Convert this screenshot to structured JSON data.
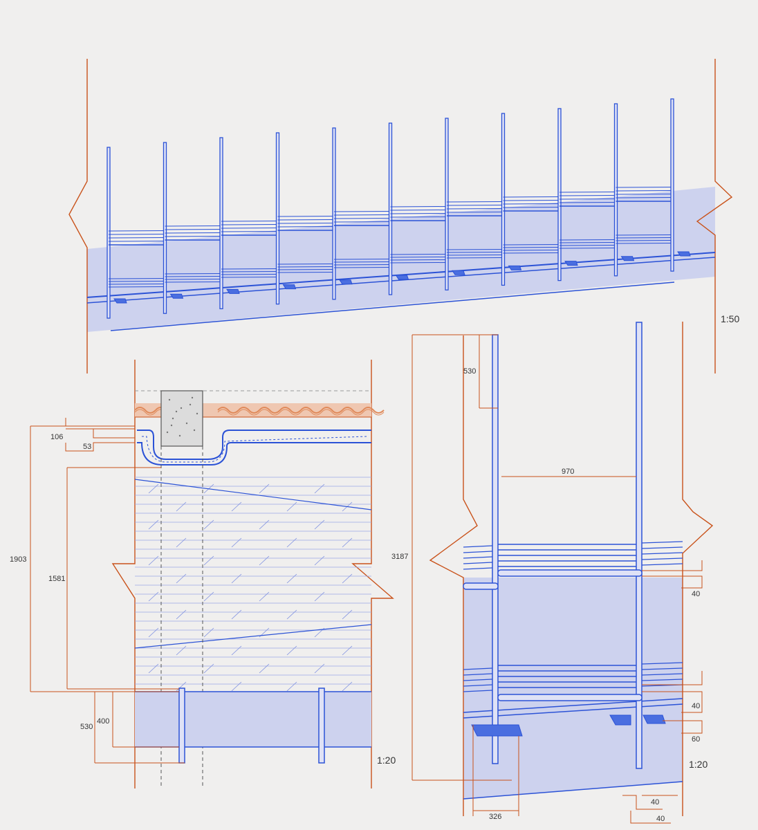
{
  "drawing": {
    "elevation": {
      "scale": "1:50"
    },
    "section": {
      "scale": "1:20",
      "dims": [
        "106",
        "53",
        "1903",
        "1581",
        "530",
        "400"
      ]
    },
    "detail": {
      "scale": "1:20",
      "dims": [
        "3187",
        "530",
        "970",
        "40",
        "40",
        "60",
        "326",
        "40",
        "40"
      ]
    }
  },
  "colors": {
    "background": "#f0efee",
    "cut_line": "#c9521a",
    "steel_blue": "#2b52d6",
    "fill_blue": "#cdd2ee",
    "clay_orange": "#e08a5a"
  }
}
